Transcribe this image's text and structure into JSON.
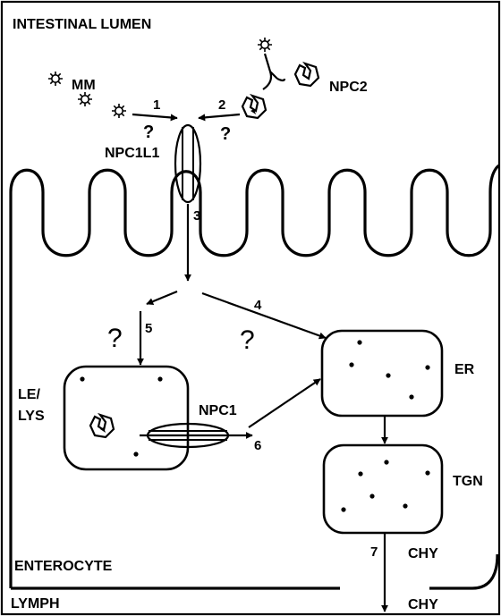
{
  "regions": {
    "lumen": "INTESTINAL LUMEN",
    "enterocyte": "ENTEROCYTE",
    "lymph": "LYMPH"
  },
  "proteins": {
    "npc1l1": "NPC1L1",
    "npc2": "NPC2",
    "npc1": "NPC1"
  },
  "compartments": {
    "mm": "MM",
    "le_lys_line1": "LE/",
    "le_lys_line2": "LYS",
    "er": "ER",
    "tgn": "TGN",
    "chy_cell": "CHY",
    "chy_lymph": "CHY"
  },
  "pathways": {
    "p1": "1",
    "p2": "2",
    "p3": "3",
    "p4": "4",
    "p5": "5",
    "p6": "6",
    "p7": "7"
  },
  "unknown": "?",
  "colors": {
    "ink": "#000000",
    "background": "#ffffff"
  },
  "icons": [
    "sterol-molecule-icon",
    "npc2-protein-icon",
    "npc1l1-transporter-icon",
    "npc1-transporter-icon"
  ]
}
